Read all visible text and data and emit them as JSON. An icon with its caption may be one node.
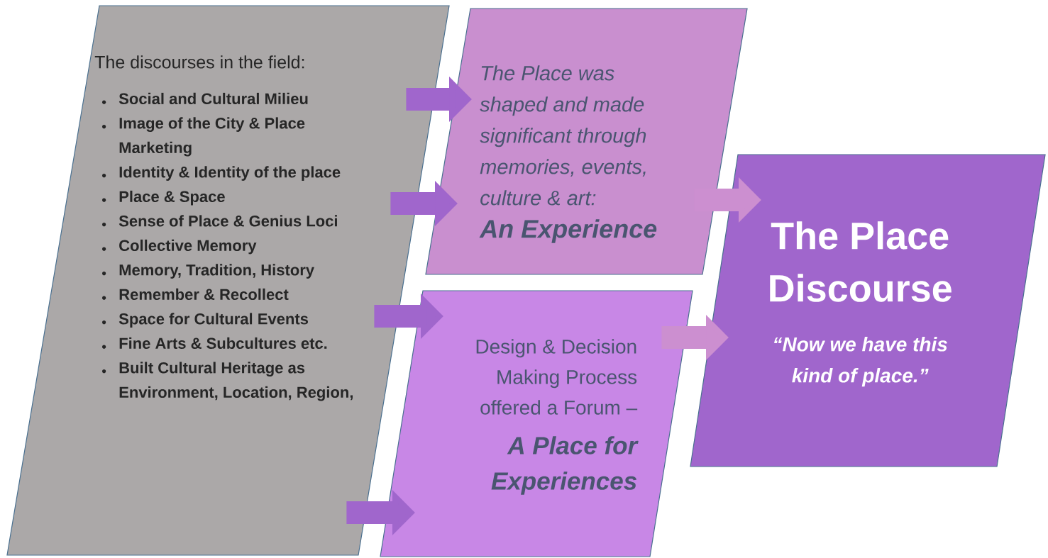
{
  "diagram": {
    "nodes": [
      {
        "text": [
          "The discourses in the field:",
          "Social and Cultural Milieu",
          "Image of the City & Place Marketing",
          "Identity & Identity of the place",
          "Place & Space",
          "Sense of Place & Genius Loci",
          "Collective Memory",
          "Memory, Tradition, History",
          "Remember & Recollect",
          "Space for Cultural Events",
          "Fine Arts & Subcultures etc.",
          "Built Cultural Heritage as Environment, Location, Region,"
        ]
      },
      {
        "text": [
          "The Place was shaped and made significant through memories, events, culture & art:",
          "An Experience"
        ]
      },
      {
        "text": [
          "Design & Decision Making Process offered a Forum –",
          "A Place for Experiences"
        ]
      },
      {
        "text": [
          "The Place Discourse",
          "“Now we have this kind of place.”"
        ]
      }
    ],
    "edges": [
      {
        "from": 0,
        "to": 1,
        "arrow": "to"
      },
      {
        "from": 0,
        "to": 1,
        "arrow": "to"
      },
      {
        "from": 0,
        "to": 2,
        "arrow": "to"
      },
      {
        "from": 0,
        "to": 2,
        "arrow": "to"
      },
      {
        "from": 1,
        "to": 3,
        "arrow": "to",
        "color": "#cc8fd0"
      },
      {
        "from": 2,
        "to": 3,
        "arrow": "to",
        "color": "#cc8fd0"
      }
    ]
  }
}
